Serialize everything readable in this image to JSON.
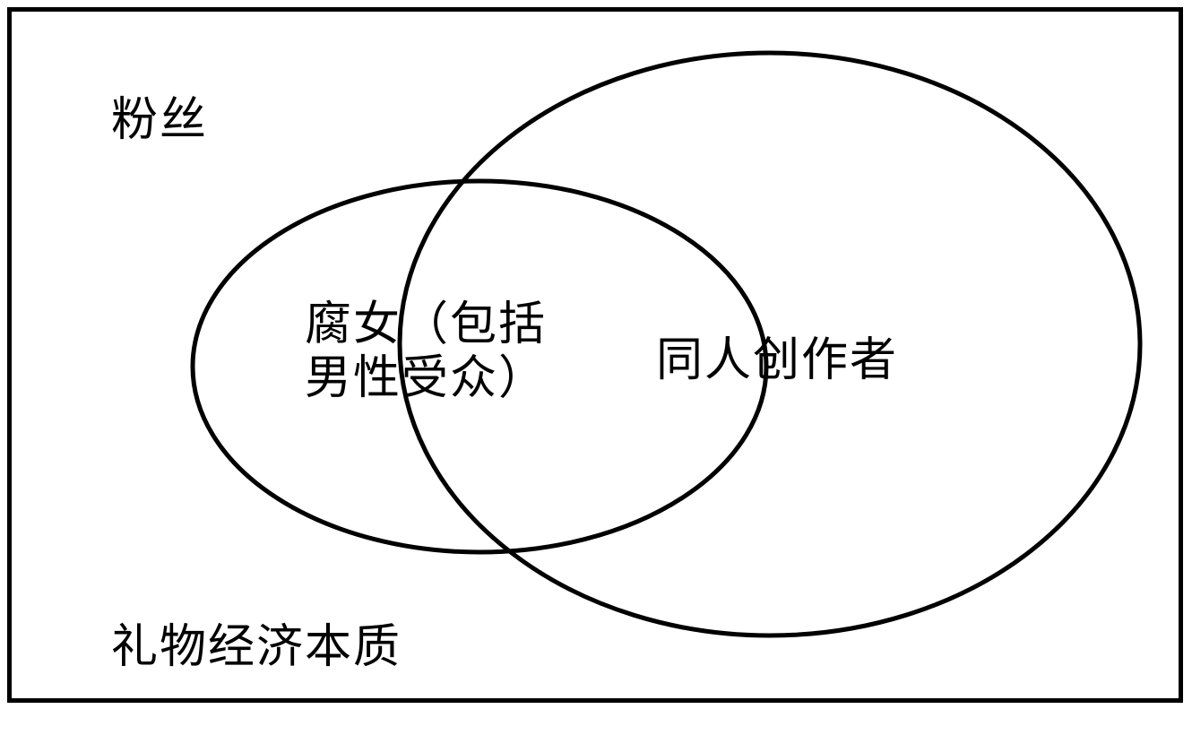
{
  "diagram": {
    "outer_set_label": "粉丝",
    "bottom_label": "礼物经济本质",
    "left_set": {
      "label_line1": "腐女（包括",
      "label_line2": "男性受众）"
    },
    "right_set": {
      "label": "同人创作者"
    },
    "colors": {
      "stroke": "#000000",
      "background": "#ffffff"
    }
  }
}
